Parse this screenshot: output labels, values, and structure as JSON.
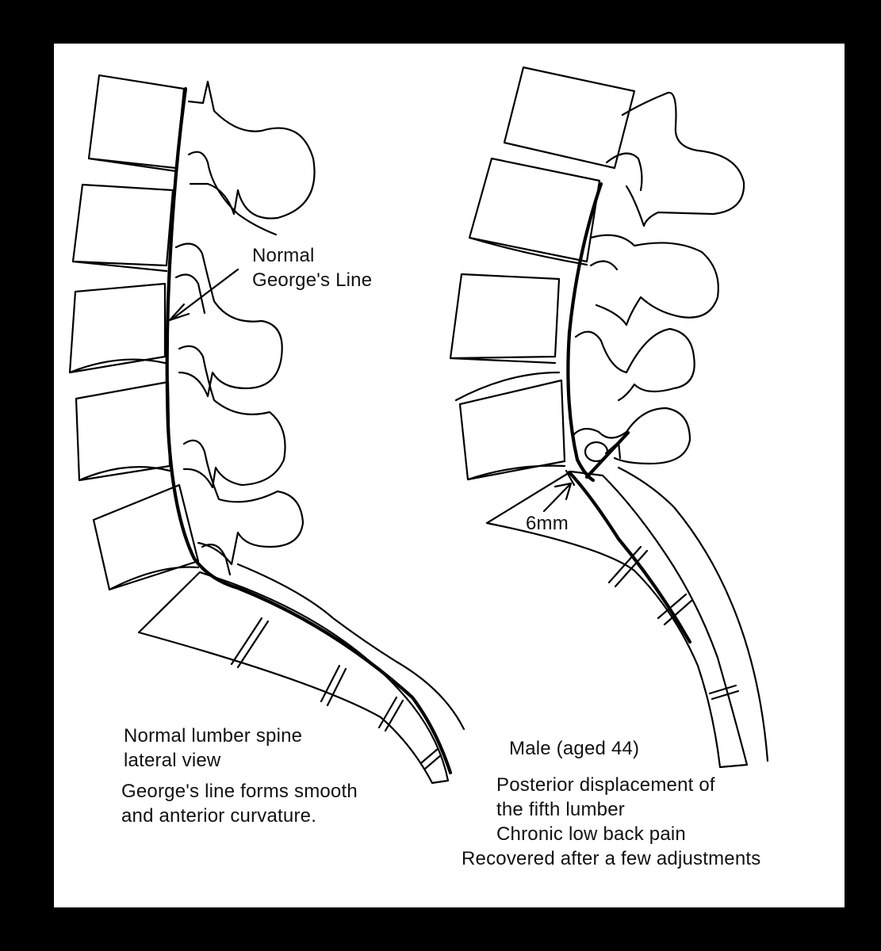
{
  "frame": {
    "background": "#ffffff",
    "border": "#000000"
  },
  "left_panel": {
    "callout": {
      "line1": "Normal",
      "line2": "George's Line"
    },
    "caption": {
      "line1": "Normal lumber spine",
      "line2": "lateral view",
      "line3": "George's line forms smooth",
      "line4": "and anterior curvature."
    }
  },
  "right_panel": {
    "measurement": "6mm",
    "caption": {
      "line1": "Male (aged 44)",
      "line2": "Posterior displacement of",
      "line3": "the fifth lumber",
      "line4": "Chronic low back pain",
      "line5": "Recovered after a few adjustments"
    }
  },
  "icons": {
    "arrow": "arrow-icon"
  }
}
